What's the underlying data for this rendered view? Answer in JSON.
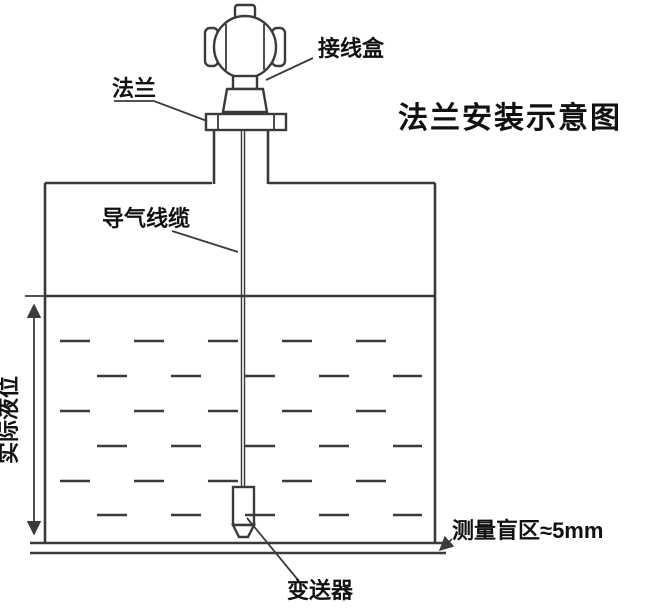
{
  "diagram": {
    "title": "法兰安装示意图",
    "labels": {
      "junction_box": "接线盒",
      "flange": "法兰",
      "air_cable": "导气线缆",
      "actual_level": "实际液位",
      "blind_zone": "测量盲区≈5mm",
      "transmitter": "变送器"
    },
    "colors": {
      "line": "#3a3a3a",
      "text": "#111111",
      "background": "#ffffff"
    }
  }
}
